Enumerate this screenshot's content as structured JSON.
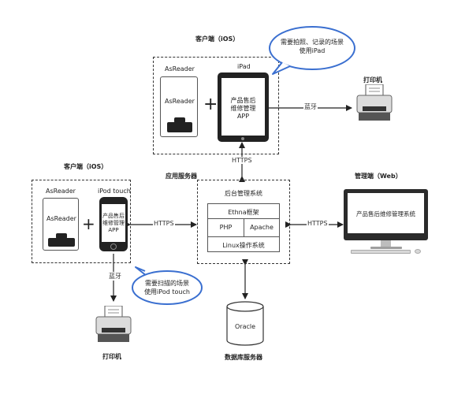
{
  "ios_client_top": {
    "title": "客户端（iOS）",
    "asreader_label": "AsReader",
    "asreader_device_label": "AsReader",
    "plus": "+",
    "ipad_label": "iPad",
    "app_text": "产品售后\n维修管理\nAPP",
    "bubble": "需要拍照、记录的场景\n使用iPad"
  },
  "printer_top": {
    "label": "打印机",
    "link_label": "蓝牙"
  },
  "ios_client_left": {
    "title": "客户端（iOS）",
    "asreader_label": "AsReader",
    "asreader_device_label": "AsReader",
    "plus": "+",
    "ipod_label": "iPod touch",
    "app_text": "产品售后\n维修管理\nAPP",
    "bubble": "需要扫描的场景\n使用iPod touch"
  },
  "printer_bottom": {
    "label": "打印机",
    "link_label": "蓝牙"
  },
  "app_server": {
    "title": "应用服务器",
    "system_label": "后台管理系统",
    "framework": "Ethna框架",
    "php": "PHP",
    "apache": "Apache",
    "os": "Linux操作系统"
  },
  "admin_web": {
    "title": "管理端（Web）",
    "screen_text": "产品售后维修管理系统"
  },
  "db_server": {
    "title": "数据库服务器",
    "db_label": "Oracle"
  },
  "links": {
    "https_top": "HTTPS",
    "https_left": "HTTPS",
    "https_right": "HTTPS"
  }
}
